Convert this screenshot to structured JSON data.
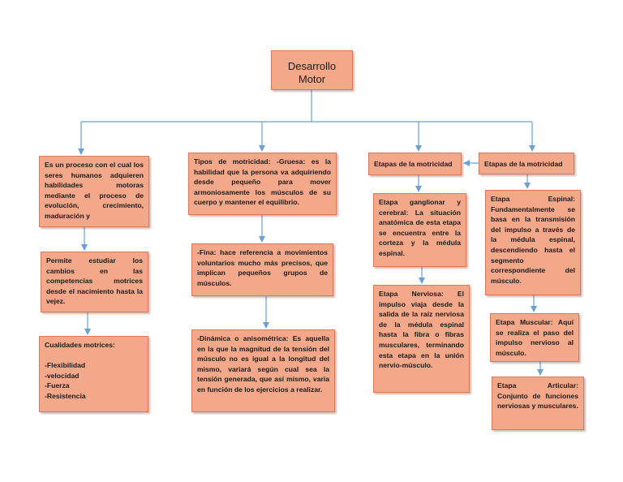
{
  "root": {
    "title": "Desarrollo\nMotor"
  },
  "col1": {
    "definition": "Es un proceso con el cual los seres humanos adquieren habilidades motoras mediante el proceso de evolución, crecimiento, maduración y",
    "study": "Permite estudiar los cambios en las competencias motrices desde el nacimiento hasta la vejez.",
    "qualities": "Cualidades motrices:\n\n-Flexibilidad\n-velocidad\n-Fuerza\n-Resistencia"
  },
  "col2": {
    "gross": "Tipos de motricidad: -Gruesa: es la habilidad que la persona va adquiriendo desde pequeño para mover armoniosamente los músculos de su cuerpo y mantener el equilibrio.",
    "fine": "-Fina: hace referencia a movimientos voluntarios mucho más precisos, que implican pequeños grupos de músculos.",
    "dynamic": "-Dinámica o anisométrica: Es aquella en la que la magnitud de la tensión del músculo no es igual a la longitud del mismo, variará según cual sea la tensión generada, que así mismo, varía en función de los ejercicios a realizar."
  },
  "col3": {
    "header": "Etapas de la motricidad",
    "ganglionar": "Etapa ganglionar y cerebral: La situación anatómica de esta etapa se encuentra entre la corteza y la médula espinal.",
    "nerviosa": "Etapa Nerviosa: El impulso viaja desde la salida de la raíz nerviosa de la médula espinal hasta la fibra o fibras musculares, terminando esta etapa en la unión nervio-músculo."
  },
  "col4": {
    "header": "Etapas de la motricidad",
    "espinal": "Etapa Espinal: Fundamentalmente se basa en la transmisión del impulso a través de la médula espinal, descendiendo hasta el segmento correspondiente del músculo.",
    "muscular": "Etapa Muscular: Aquí se realiza el paso del impulso nervioso al músculo.",
    "articular": "Etapa Articular: Conjunto de funciones nerviosas y musculares."
  }
}
